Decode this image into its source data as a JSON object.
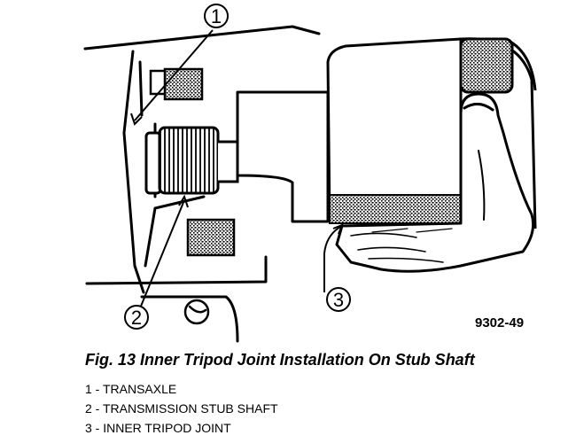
{
  "figure": {
    "number_code": "9302-49",
    "caption": "Fig. 13 Inner Tripod Joint Installation On Stub Shaft"
  },
  "callouts": [
    {
      "id": "1"
    },
    {
      "id": "2"
    },
    {
      "id": "3"
    }
  ],
  "legend": [
    {
      "text": "1 - TRANSAXLE"
    },
    {
      "text": "2 - TRANSMISSION STUB SHAFT"
    },
    {
      "text": "3 - INNER TRIPOD JOINT"
    }
  ]
}
